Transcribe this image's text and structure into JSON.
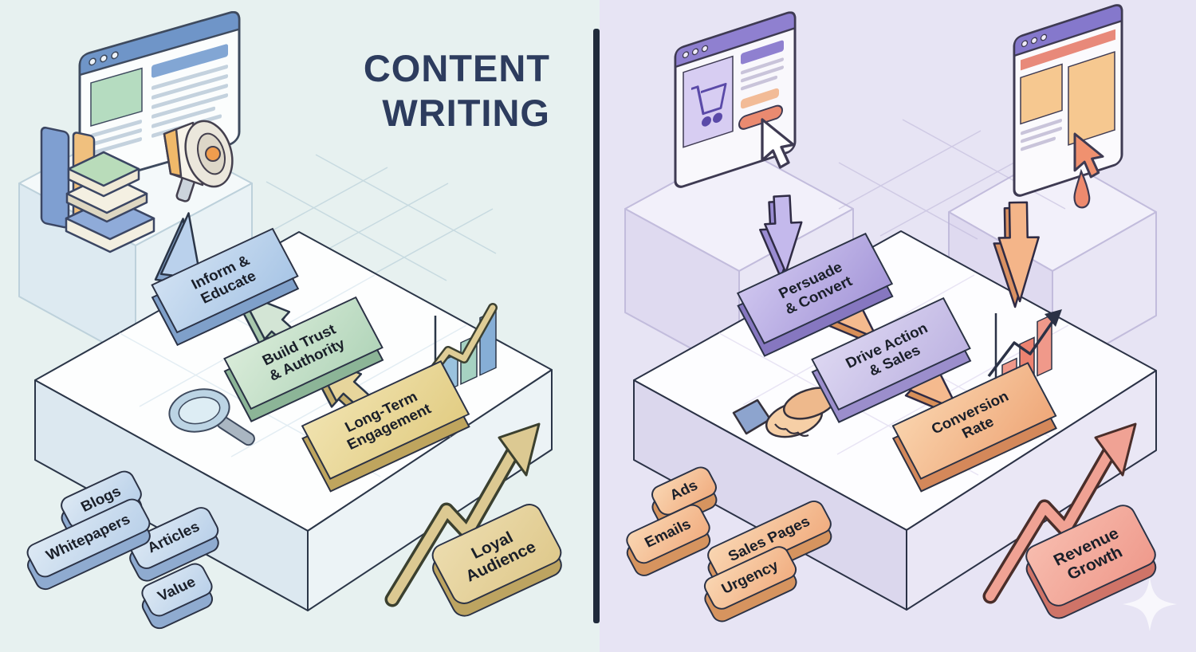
{
  "title": {
    "line1": "CONTENT",
    "line2": "WRITING"
  },
  "divider": {
    "color": "#202b3b"
  },
  "left_panel": {
    "background_color": "#e7f1f0",
    "steps": [
      {
        "line1": "Inform &",
        "line2": "Educate",
        "color": "#aecbe8"
      },
      {
        "line1": "Build Trust",
        "line2": "& Authority",
        "color": "#bedcc3"
      },
      {
        "line1": "Long-Term",
        "line2": "Engagement",
        "color": "#e8d68f"
      }
    ],
    "formats": [
      "Blogs",
      "Articles",
      "Whitepapers",
      "Value"
    ],
    "outcome": {
      "line1": "Loyal",
      "line2": "Audience",
      "color": "#e2d3a0"
    },
    "icons": [
      "browser-window-icon",
      "books-stack-icon",
      "megaphone-icon",
      "up-arrow-icon",
      "magnifying-glass-icon",
      "bar-chart-icon",
      "growth-zigzag-arrow-icon"
    ]
  },
  "right_panel": {
    "background_color": "#e7e4f4",
    "steps": [
      {
        "line1": "Persuade",
        "line2": "& Convert",
        "color": "#b3a7e0"
      },
      {
        "line1": "Drive Action",
        "line2": "& Sales",
        "color": "#c8c1e6"
      },
      {
        "line1": "Conversion",
        "line2": "Rate",
        "color": "#f3b992"
      }
    ],
    "formats": [
      "Ads",
      "Sales Pages",
      "Emails",
      "Urgency"
    ],
    "outcome": {
      "line1": "Revenue",
      "line2": "Growth",
      "color": "#f2a195"
    },
    "icons": [
      "ecommerce-browser-icon",
      "shopping-cart-icon",
      "cursor-pointer-icon",
      "landing-page-browser-icon",
      "down-arrow-icon",
      "handshake-icon",
      "bar-chart-icon",
      "growth-zigzag-arrow-icon",
      "sparkle-icon"
    ]
  }
}
